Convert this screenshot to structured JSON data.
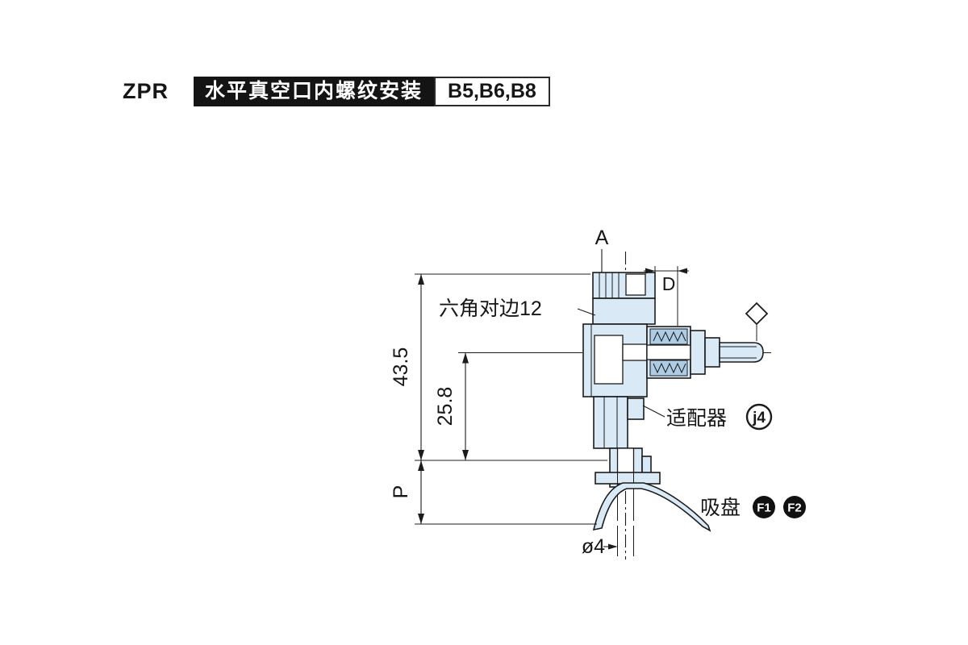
{
  "header": {
    "series": "ZPR",
    "title": "水平真空口内螺纹安装",
    "models": "B5,B6,B8"
  },
  "diagram": {
    "labels": {
      "hex_flats": "六角对边12",
      "adapter": "适配器",
      "adapter_ref": "j4",
      "pad": "吸盘",
      "pad_ref_1": "F1",
      "pad_ref_2": "F2"
    },
    "dims": {
      "a": "A",
      "d": "D",
      "h_total": "43.5",
      "h_port": "25.8",
      "p": "P",
      "dia": "ø4"
    }
  },
  "colors": {
    "section_fill": "#d9eaf6",
    "section_fill_dark": "#aecde4",
    "line": "#1c1c1c",
    "badge_bg": "#141414",
    "badge_text": "#ffffff"
  }
}
